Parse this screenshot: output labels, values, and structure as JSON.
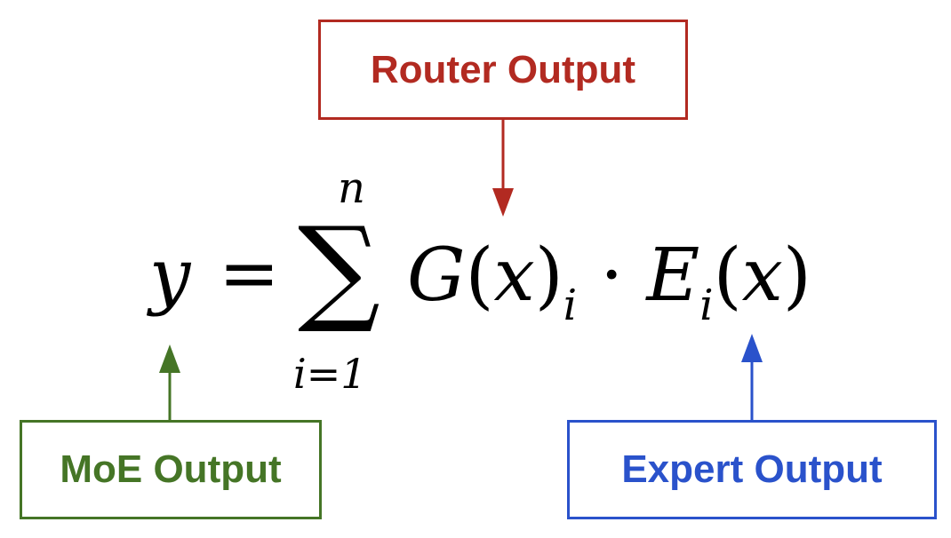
{
  "labels": {
    "router": "Router Output",
    "moe": "MoE Output",
    "expert": "Expert Output"
  },
  "equation": {
    "lhs": "y",
    "equals": "=",
    "sum_symbol": "∑",
    "sum_upper": "n",
    "sum_lower": "i=1",
    "gate": "G",
    "open_paren": "(",
    "x": "x",
    "close_paren": ")",
    "index": "i",
    "dot": "·",
    "expert": "E"
  },
  "colors": {
    "router": "#b22a21",
    "moe": "#457526",
    "expert": "#2a52cb"
  }
}
